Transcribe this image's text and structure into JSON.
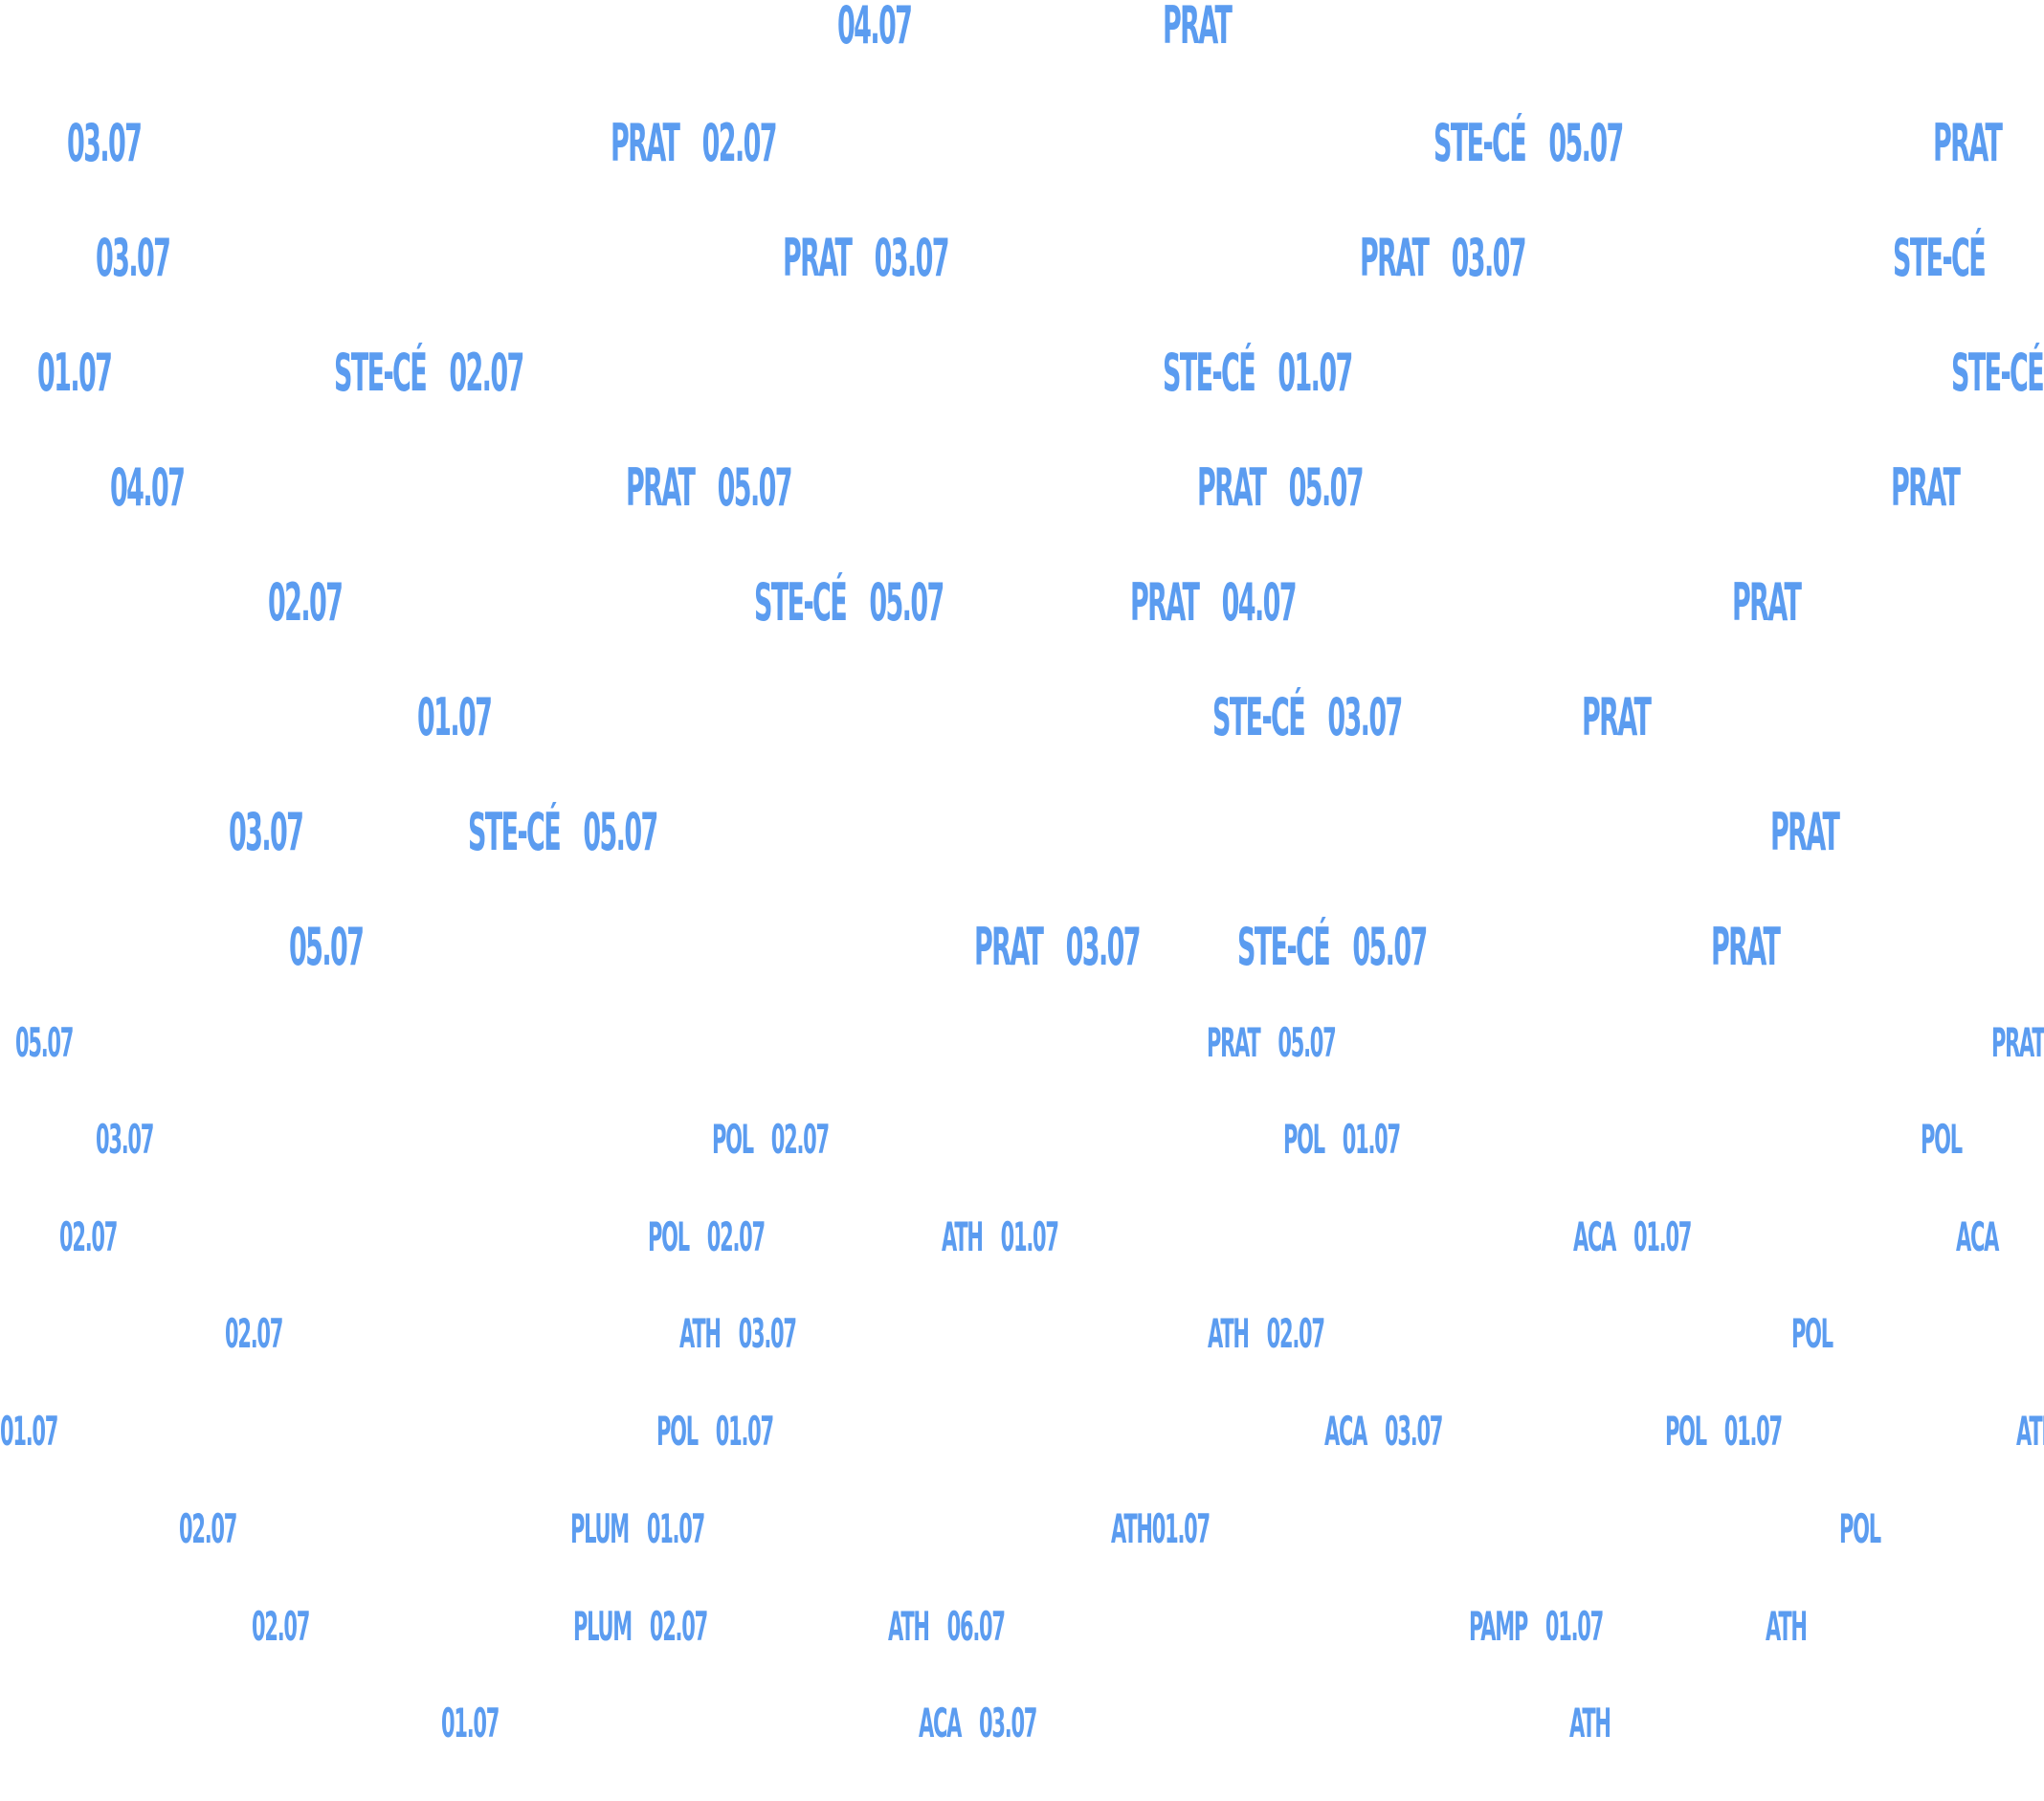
{
  "style": {
    "text_color": "#5b9cf0",
    "background": "#ffffff"
  },
  "labels": [
    {
      "place": "",
      "date": "04.07"
    },
    {
      "place": "PRAT",
      "date": ""
    },
    {
      "place": "",
      "date": "03.07"
    },
    {
      "place": "PRAT",
      "date": "02.07"
    },
    {
      "place": "STE-CÉ",
      "date": "05.07"
    },
    {
      "place": "PRAT",
      "date": ""
    },
    {
      "place": "",
      "date": "03.07"
    },
    {
      "place": "PRAT",
      "date": "03.07"
    },
    {
      "place": "PRAT",
      "date": "03.07"
    },
    {
      "place": "STE-CÉ",
      "date": ""
    },
    {
      "place": "",
      "date": "01.07"
    },
    {
      "place": "STE-CÉ",
      "date": "02.07"
    },
    {
      "place": "STE-CÉ",
      "date": "01.07"
    },
    {
      "place": "STE-CÉ",
      "date": ""
    },
    {
      "place": "",
      "date": "04.07"
    },
    {
      "place": "PRAT",
      "date": "05.07"
    },
    {
      "place": "PRAT",
      "date": "05.07"
    },
    {
      "place": "PRAT",
      "date": ""
    },
    {
      "place": "",
      "date": "02.07"
    },
    {
      "place": "STE-CÉ",
      "date": "05.07"
    },
    {
      "place": "PRAT",
      "date": "04.07"
    },
    {
      "place": "PRAT",
      "date": ""
    },
    {
      "place": "",
      "date": "01.07"
    },
    {
      "place": "STE-CÉ",
      "date": "03.07"
    },
    {
      "place": "PRAT",
      "date": ""
    },
    {
      "place": "",
      "date": "03.07"
    },
    {
      "place": "STE-CÉ",
      "date": "05.07"
    },
    {
      "place": "PRAT",
      "date": ""
    },
    {
      "place": "",
      "date": "05.07"
    },
    {
      "place": "PRAT",
      "date": "03.07"
    },
    {
      "place": "STE-CÉ",
      "date": "05.07"
    },
    {
      "place": "PRAT",
      "date": ""
    },
    {
      "place": "",
      "date": "05.07"
    },
    {
      "place": "PRAT",
      "date": "05.07"
    },
    {
      "place": "PRAT",
      "date": ""
    },
    {
      "place": "",
      "date": "03.07"
    },
    {
      "place": "POL",
      "date": "02.07"
    },
    {
      "place": "POL",
      "date": "01.07"
    },
    {
      "place": "POL",
      "date": ""
    },
    {
      "place": "",
      "date": "02.07"
    },
    {
      "place": "POL",
      "date": "02.07"
    },
    {
      "place": "ATH",
      "date": "01.07"
    },
    {
      "place": "ACA",
      "date": "01.07"
    },
    {
      "place": "ACA",
      "date": ""
    },
    {
      "place": "",
      "date": "02.07"
    },
    {
      "place": "ATH",
      "date": "03.07"
    },
    {
      "place": "ATH",
      "date": "02.07"
    },
    {
      "place": "POL",
      "date": ""
    },
    {
      "place": "",
      "date": "01.07"
    },
    {
      "place": "POL",
      "date": "01.07"
    },
    {
      "place": "ACA",
      "date": "03.07"
    },
    {
      "place": "POL",
      "date": "01.07"
    },
    {
      "place": "ATH",
      "date": ""
    },
    {
      "place": "",
      "date": "02.07"
    },
    {
      "place": "PLUM",
      "date": "01.07"
    },
    {
      "place": "ATH",
      "date": "01.07",
      "joined": true
    },
    {
      "place": "POL",
      "date": ""
    },
    {
      "place": "",
      "date": "02.07"
    },
    {
      "place": "PLUM",
      "date": "02.07"
    },
    {
      "place": "ATH",
      "date": "06.07"
    },
    {
      "place": "PAMP",
      "date": "01.07"
    },
    {
      "place": "ATH",
      "date": ""
    },
    {
      "place": "",
      "date": "01.07"
    },
    {
      "place": "ACA",
      "date": "03.07"
    },
    {
      "place": "ATH",
      "date": ""
    }
  ]
}
